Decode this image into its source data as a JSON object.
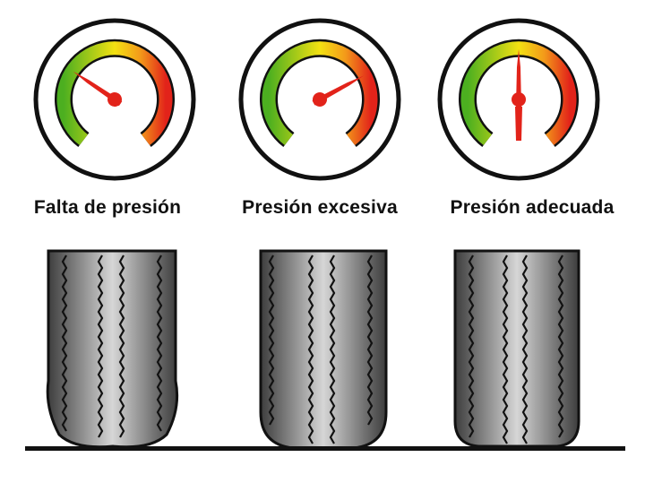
{
  "panels": [
    {
      "id": "underinflated",
      "label": "Falta de presión",
      "needle_position": 0.3
    },
    {
      "id": "overinflated",
      "label": "Presión excesiva",
      "needle_position": 0.72
    },
    {
      "id": "correct",
      "label": "Presión adecuada",
      "needle_position": 0.5
    }
  ],
  "colors": {
    "gauge_green": "#4caf20",
    "gauge_yellow": "#f3e112",
    "gauge_orange": "#f39a1a",
    "gauge_red": "#e2231a",
    "tire_edge": "#3d3d3d",
    "tire_center": "#d6d6d6",
    "outline": "#111111"
  }
}
